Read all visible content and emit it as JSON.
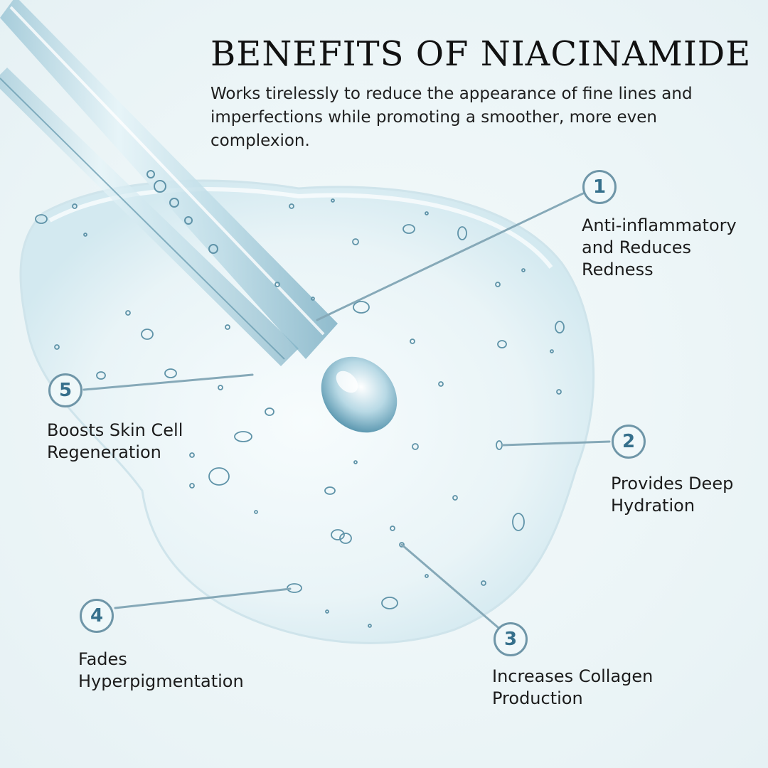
{
  "title": "BENEFITS OF NIACINAMIDE",
  "subtitle": "Works tirelessly to reduce the appearance of fine lines and imperfections while promoting a smoother, more even complexion.",
  "benefits": [
    {
      "number": "1",
      "line1": "Anti-inflammatory",
      "line2": "and Reduces",
      "line3": "Redness"
    },
    {
      "number": "2",
      "line1": "Provides Deep",
      "line2": "Hydration"
    },
    {
      "number": "3",
      "line1": "Increases Collagen",
      "line2": "Production"
    },
    {
      "number": "4",
      "line1": "Fades",
      "line2": "Hyperpigmentation"
    },
    {
      "number": "5",
      "line1": "Boosts Skin Cell",
      "line2": "Regeneration"
    }
  ],
  "colors": {
    "accent": "#36708c",
    "ring": "#6f96a8",
    "text": "#1c1c1c",
    "background": "#eef6f8",
    "serum": "#d9edf3"
  },
  "icons": [
    "serum-dropper-icon",
    "serum-drop-icon"
  ]
}
